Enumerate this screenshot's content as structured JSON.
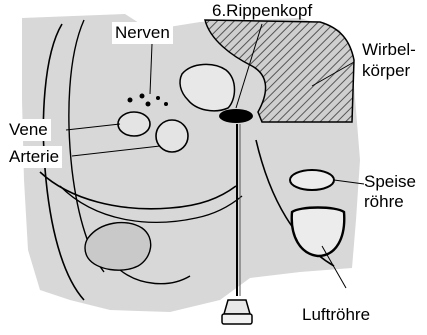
{
  "labels": {
    "nerven": "Nerven",
    "rippenkopf": "6.Rippenkopf",
    "wirbel_1": "Wirbel-",
    "wirbel_2": "körper",
    "vene": "Vene",
    "arterie": "Arterie",
    "speise_1": "Speise",
    "speise_2": "röhre",
    "luftroehre": "Luftröhre"
  },
  "colors": {
    "background": "#ffffff",
    "tissue": "#d8d8d8",
    "line": "#000000",
    "hatch": "#555555"
  }
}
